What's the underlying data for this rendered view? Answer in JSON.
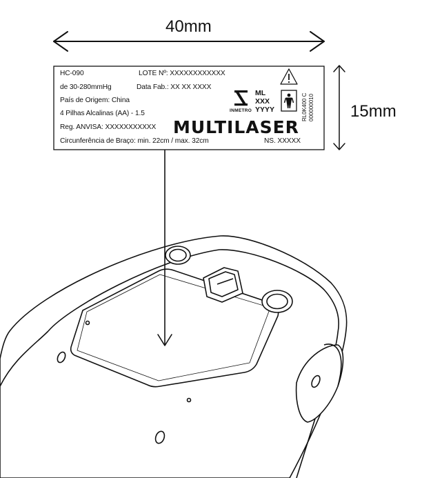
{
  "dimensions": {
    "width_label": "40mm",
    "height_label": "15mm"
  },
  "label": {
    "model": "HC-090",
    "lot": "LOTE Nº: XXXXXXXXXXXX",
    "range": "de 30-280mmHg",
    "manufacture_date": "Data Fab.: XX XX  XXXX",
    "origin": "País de Origem: China",
    "batteries": "4 Pilhas Alcalinas (AA) - 1.5",
    "anvisa": "Reg. ANVISA: XXXXXXXXXXX",
    "brand": "MULTILASER",
    "circumference": "Circunferência de Braço: min. 22cm / max. 32cm",
    "serial": "NS. XXXXX",
    "inmetro_text": "INMETRO",
    "inmetro_code_1": "ML",
    "inmetro_code_2": "XXX",
    "inmetro_code_3": "YYYY",
    "side_code_1": "RL0K400 C",
    "side_code_2": "000000010"
  },
  "icons": [
    "warning-triangle-icon",
    "type-bf-person-icon",
    "inmetro-logo-icon"
  ]
}
